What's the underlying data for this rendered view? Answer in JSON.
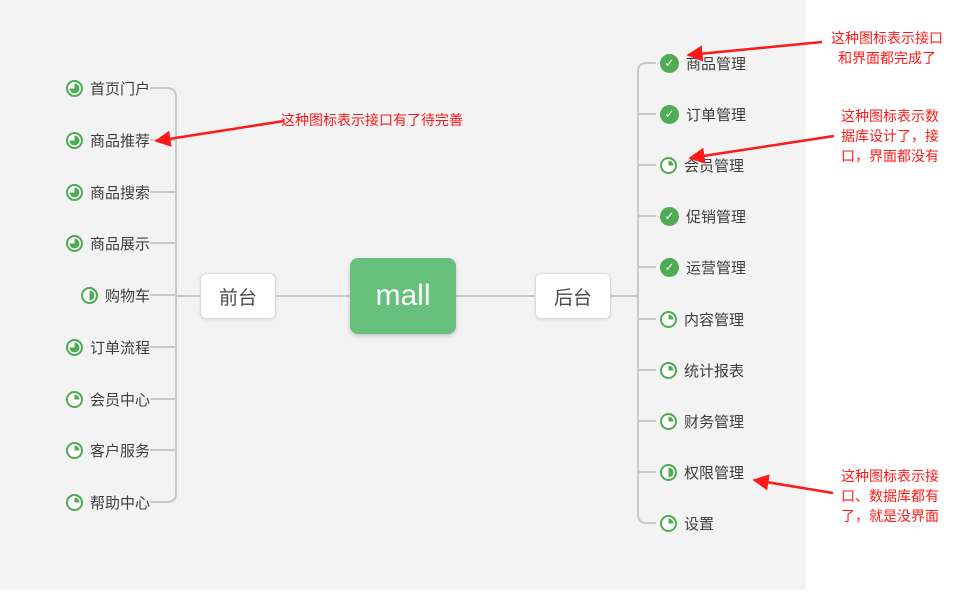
{
  "app": {
    "background_gray": "#f3f3f3",
    "root_green": "#68c07d",
    "icon_green": "#50ab55",
    "connector_gray": "#c9c9c9",
    "annotation_red": "#fd1a1a"
  },
  "icons": {
    "done_glyph": "✓"
  },
  "root": {
    "label": "mall"
  },
  "branches": {
    "front": {
      "label": "前台",
      "items": [
        {
          "label": "首页门户",
          "icon": "progress-75-icon"
        },
        {
          "label": "商品推荐",
          "icon": "progress-75-icon"
        },
        {
          "label": "商品搜索",
          "icon": "progress-75-icon"
        },
        {
          "label": "商品展示",
          "icon": "progress-75-icon"
        },
        {
          "label": "购物车",
          "icon": "progress-50-icon"
        },
        {
          "label": "订单流程",
          "icon": "progress-75-icon"
        },
        {
          "label": "会员中心",
          "icon": "progress-25-icon"
        },
        {
          "label": "客户服务",
          "icon": "progress-25-icon"
        },
        {
          "label": "帮助中心",
          "icon": "progress-25-icon"
        }
      ]
    },
    "back": {
      "label": "后台",
      "items": [
        {
          "label": "商品管理",
          "icon": "done-check-icon"
        },
        {
          "label": "订单管理",
          "icon": "done-check-icon"
        },
        {
          "label": "会员管理",
          "icon": "progress-25-icon"
        },
        {
          "label": "促销管理",
          "icon": "done-check-icon"
        },
        {
          "label": "运营管理",
          "icon": "done-check-icon"
        },
        {
          "label": "内容管理",
          "icon": "progress-25-icon"
        },
        {
          "label": "统计报表",
          "icon": "progress-25-icon"
        },
        {
          "label": "财务管理",
          "icon": "progress-25-icon"
        },
        {
          "label": "权限管理",
          "icon": "progress-50-icon"
        },
        {
          "label": "设置",
          "icon": "progress-25-icon"
        }
      ]
    }
  },
  "annotations": {
    "done": {
      "line1": "这种图标表示接口",
      "line2": "和界面都完成了"
    },
    "db_only": {
      "line1": "这种图标表示数",
      "line2": "据库设计了，接",
      "line3": "口，界面都没有"
    },
    "iface_todo": {
      "text": "这种图标表示接口有了待完善"
    },
    "no_ui": {
      "line1": "这种图标表示接",
      "line2": "口、数据库都有",
      "line3": "了，就是没界面"
    }
  }
}
